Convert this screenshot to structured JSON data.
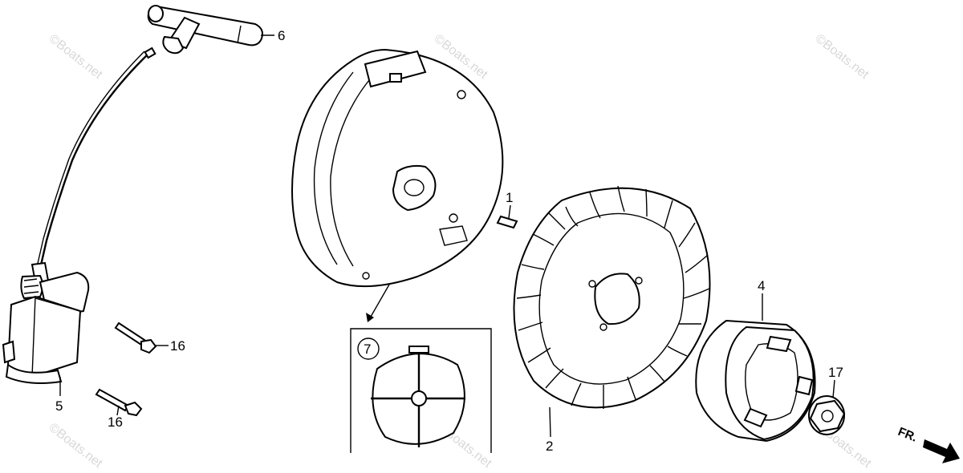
{
  "watermark": "©Boats.net",
  "direction_marker": {
    "label": "FR."
  },
  "parts": [
    {
      "id": "p1",
      "number": "1"
    },
    {
      "id": "p2",
      "number": "2"
    },
    {
      "id": "p4",
      "number": "4"
    },
    {
      "id": "p5",
      "number": "5"
    },
    {
      "id": "p6",
      "number": "6"
    },
    {
      "id": "p7",
      "number": "7"
    },
    {
      "id": "p16a",
      "number": "16"
    },
    {
      "id": "p16b",
      "number": "16"
    },
    {
      "id": "p17",
      "number": "17"
    }
  ]
}
